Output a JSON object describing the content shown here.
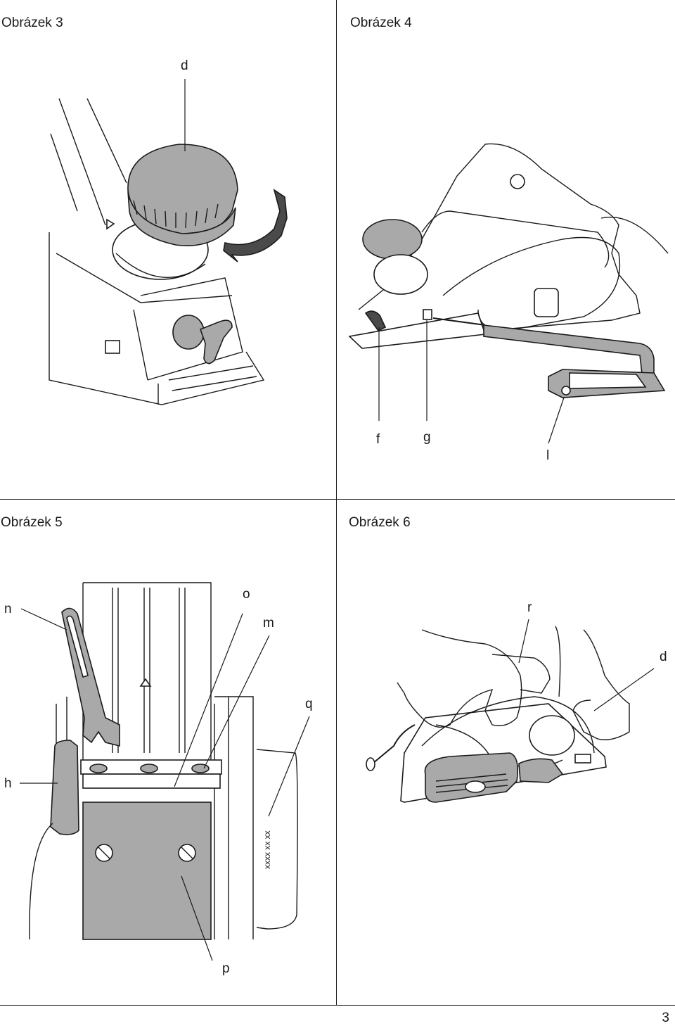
{
  "figures": [
    {
      "title": "Obrázek 3",
      "callouts": [
        "d"
      ]
    },
    {
      "title": "Obrázek 4",
      "callouts": [
        "f",
        "g",
        "l"
      ]
    },
    {
      "title": "Obrázek 5",
      "callouts": [
        "n",
        "o",
        "m",
        "q",
        "h",
        "p"
      ],
      "stamp": "xxxx xx xx"
    },
    {
      "title": "Obrázek 6",
      "callouts": [
        "r",
        "d"
      ]
    }
  ],
  "page_number": "3"
}
